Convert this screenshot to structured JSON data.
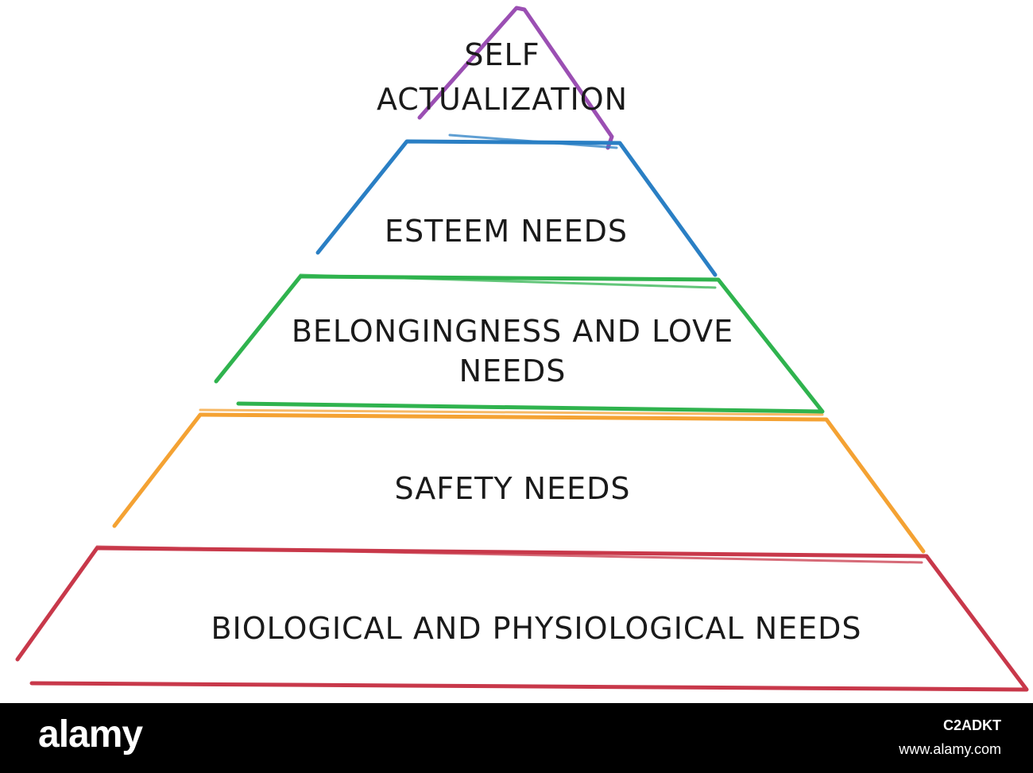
{
  "pyramid": {
    "tiers": [
      {
        "id": "self-actualization",
        "lines": [
          "SELF",
          "ACTUALIZATION"
        ],
        "color": "#9b4fb3"
      },
      {
        "id": "esteem",
        "lines": [
          "ESTEEM NEEDS"
        ],
        "color": "#2a7fc4"
      },
      {
        "id": "belongingness",
        "lines": [
          "BELONGINGNESS AND LOVE",
          "NEEDS"
        ],
        "color": "#2fb34e"
      },
      {
        "id": "safety",
        "lines": [
          "SAFETY NEEDS"
        ],
        "color": "#f4a233"
      },
      {
        "id": "biological",
        "lines": [
          "BIOLOGICAL AND PHYSIOLOGICAL NEEDS"
        ],
        "color": "#c8384a"
      }
    ]
  },
  "footer": {
    "brand": "alamy",
    "image_id": "C2ADKT",
    "site": "www.alamy.com"
  }
}
